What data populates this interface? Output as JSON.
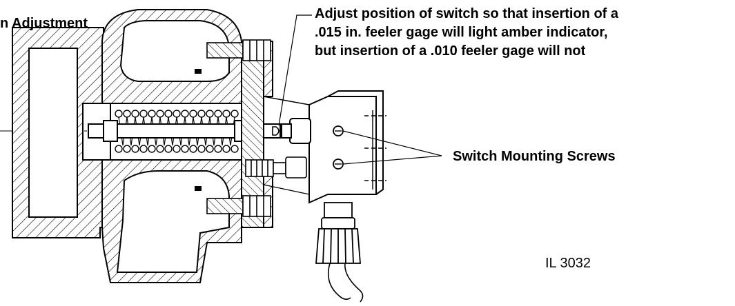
{
  "labels": {
    "top_left": "n Adjustment",
    "adjust_line1": "Adjust position of switch so that insertion of a",
    "adjust_line2": ".015 in. feeler gage will light amber indicator,",
    "adjust_line3": "but insertion of a .010 feeler gage will not",
    "screws": "Switch Mounting Screws",
    "figure_id": "IL 3032"
  }
}
